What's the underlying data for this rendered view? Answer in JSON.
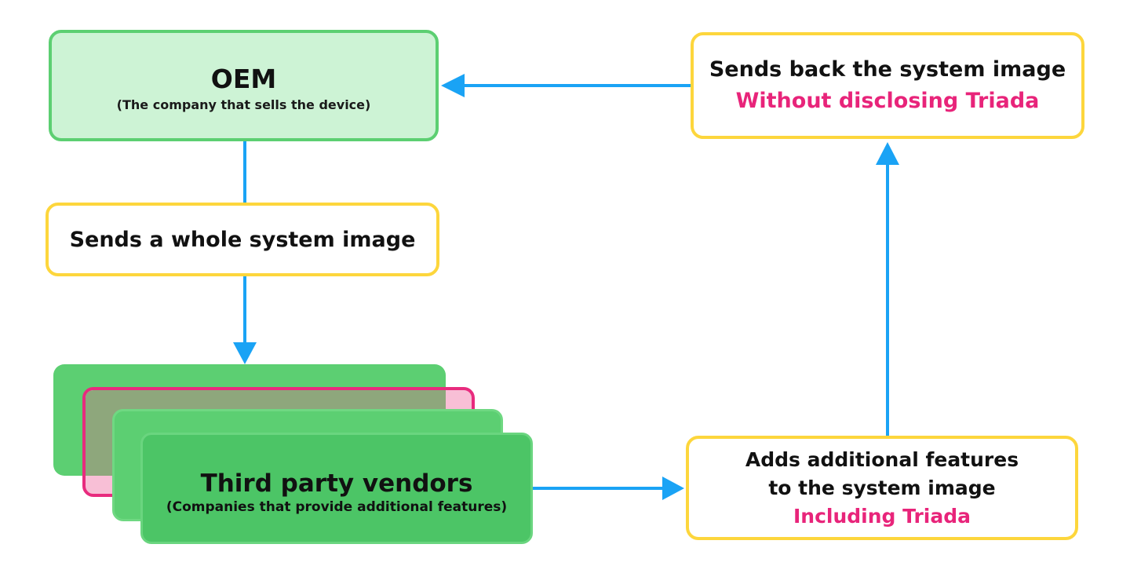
{
  "oem": {
    "title": "OEM",
    "subtitle": "(The company that sells the device)"
  },
  "send_image": {
    "text": "Sends a whole system image"
  },
  "vendors": {
    "title": "Third party vendors",
    "subtitle": "(Companies that provide additional features)"
  },
  "adds_features": {
    "line1": "Adds additional features",
    "line2": "to the system image",
    "line3": "Including Triada"
  },
  "sends_back": {
    "line1": "Sends back the system image",
    "line2": "Without disclosing Triada"
  },
  "colors": {
    "green_fill": "#5ccf72",
    "oem_fill": "#cdf3d5",
    "yellow_border": "#fdd63c",
    "pink": "#e8247a",
    "arrow_blue": "#1aa3f5"
  }
}
